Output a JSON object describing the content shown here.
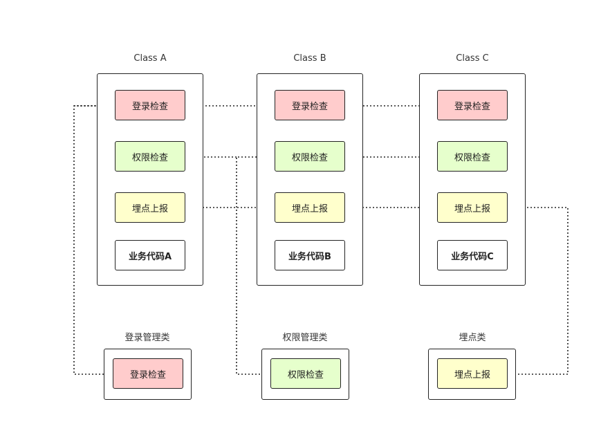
{
  "classes": [
    {
      "title": "Class A",
      "login": "登录检查",
      "perm": "权限检查",
      "track": "埋点上报",
      "biz": "业务代码A"
    },
    {
      "title": "Class B",
      "login": "登录检查",
      "perm": "权限检查",
      "track": "埋点上报",
      "biz": "业务代码B"
    },
    {
      "title": "Class C",
      "login": "登录检查",
      "perm": "权限检查",
      "track": "埋点上报",
      "biz": "业务代码C"
    }
  ],
  "managers": [
    {
      "title": "登录管理类",
      "label": "登录检查"
    },
    {
      "title": "权限管理类",
      "label": "权限检查"
    },
    {
      "title": "埋点类",
      "label": "埋点上报"
    }
  ],
  "colors": {
    "login_fill": "#ffcccc",
    "perm_fill": "#e6ffcc",
    "track_fill": "#ffffcc",
    "stroke": "#222222"
  }
}
